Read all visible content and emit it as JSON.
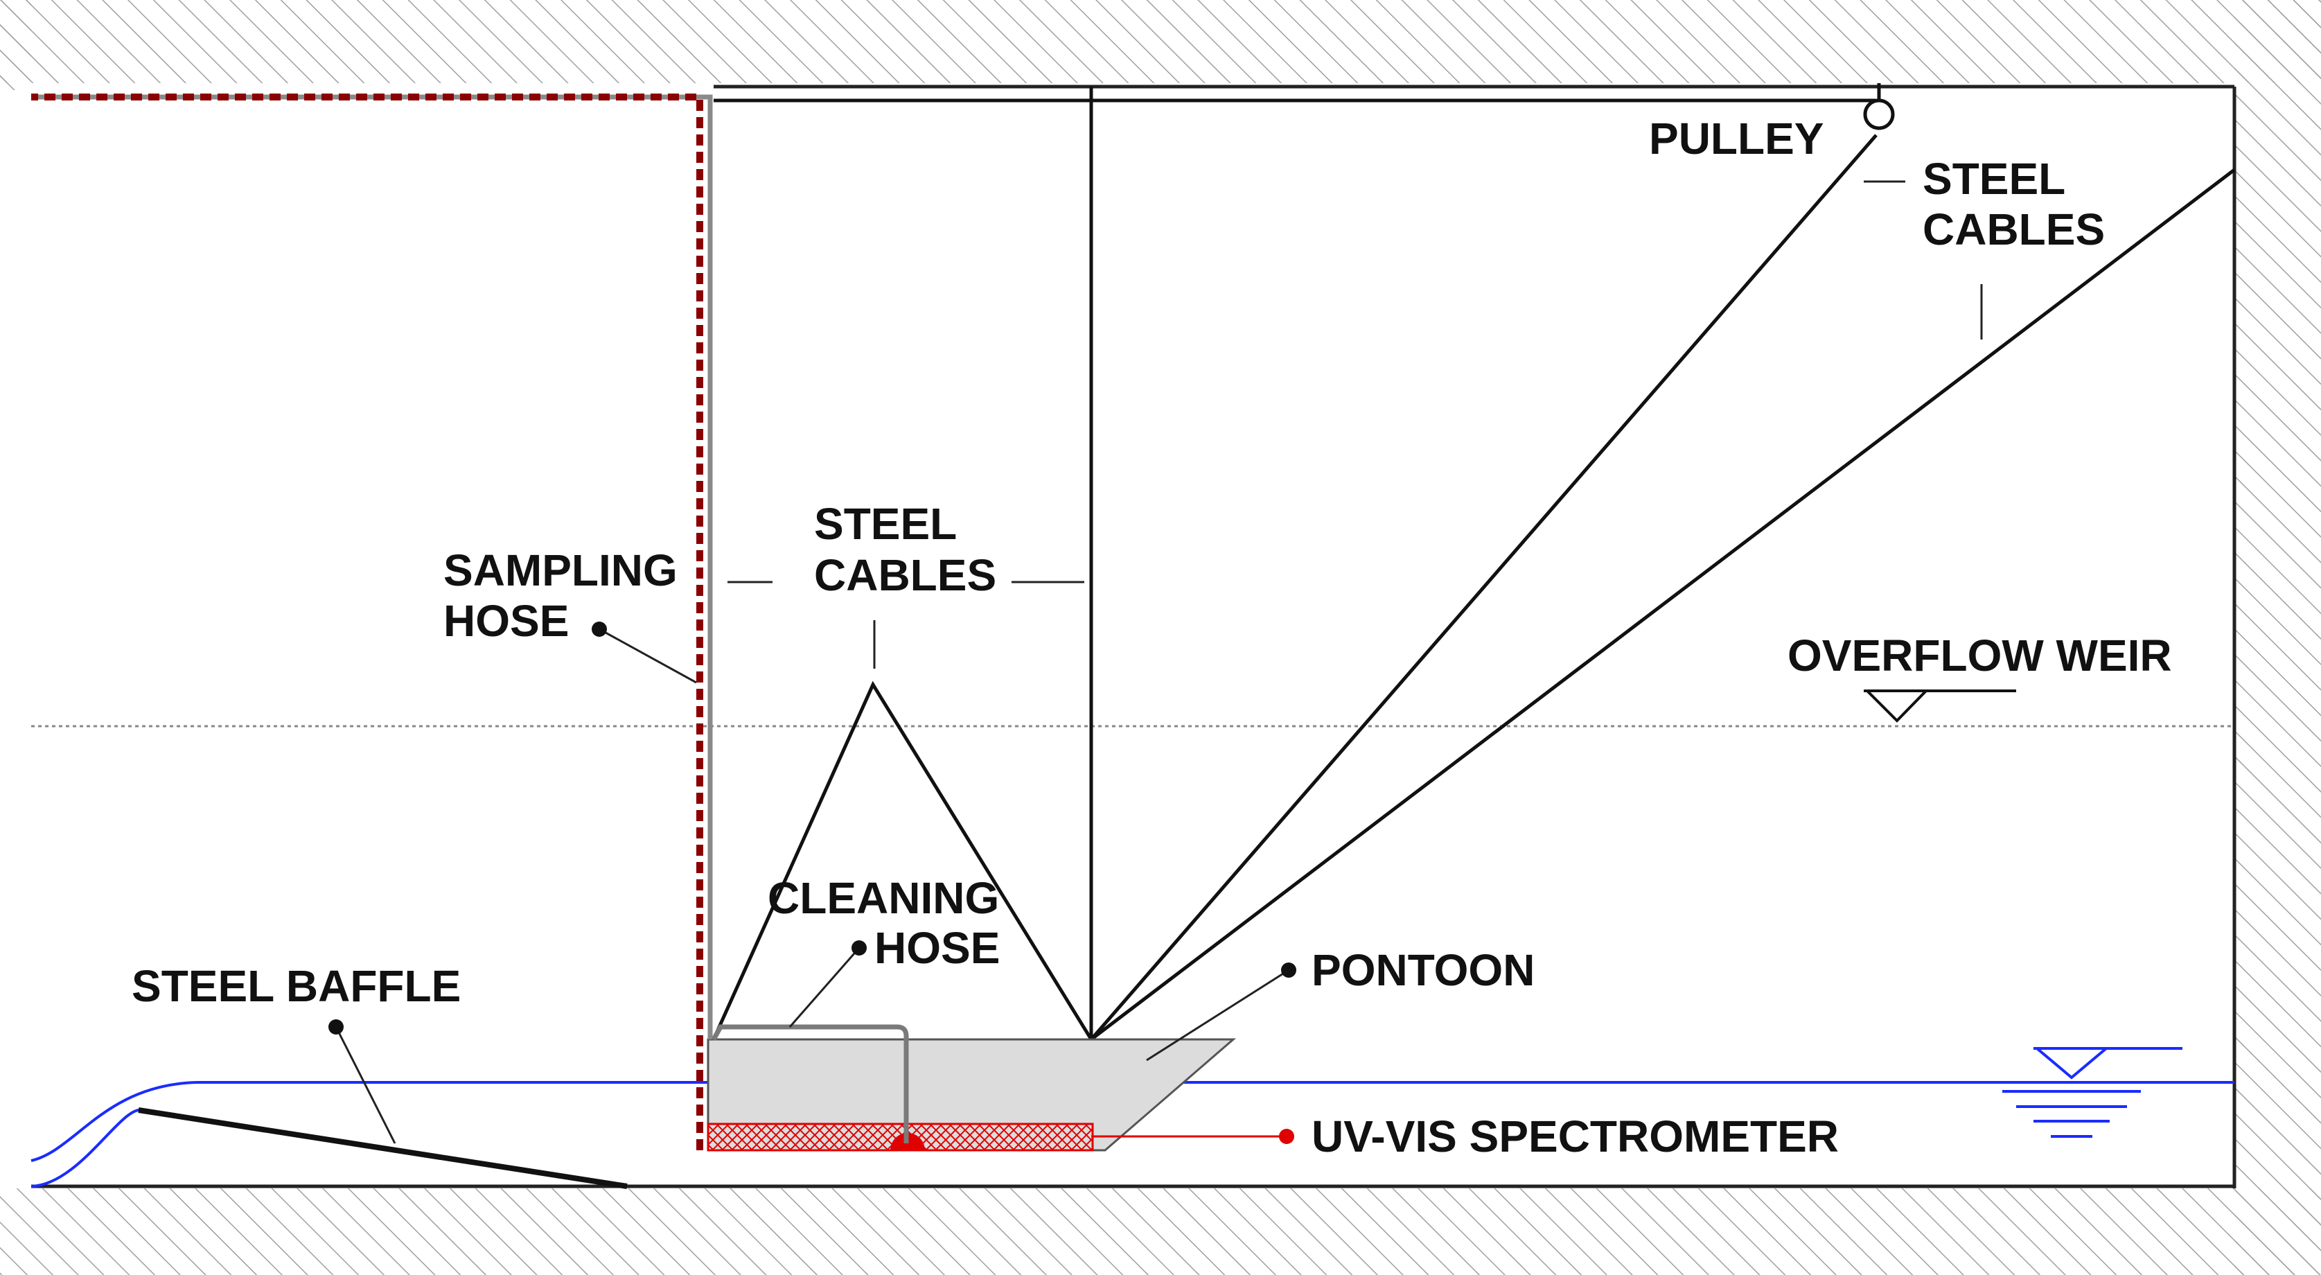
{
  "labels": {
    "pulley": "PULLEY",
    "steel_cables_top": [
      "STEEL",
      "CABLES"
    ],
    "steel_cables_mid": [
      "STEEL",
      "CABLES"
    ],
    "sampling_hose": [
      "SAMPLING",
      "HOSE"
    ],
    "overflow_weir": "OVERFLOW WEIR",
    "cleaning_hose": [
      "CLEANING",
      "HOSE"
    ],
    "pontoon": "PONTOON",
    "steel_baffle": "STEEL BAFFLE",
    "uv_vis_spectrometer": "UV-VIS SPECTROMETER"
  },
  "colors": {
    "background": "#ffffff",
    "outline": "#222222",
    "hatch": "#9a9a9a",
    "water": "#1a2cff",
    "sampling_hose": "#8b0000",
    "spectrometer": "#e00000",
    "pontoon_fill": "#dcdcdc",
    "cleaning_hose": "#7a7a7a"
  }
}
